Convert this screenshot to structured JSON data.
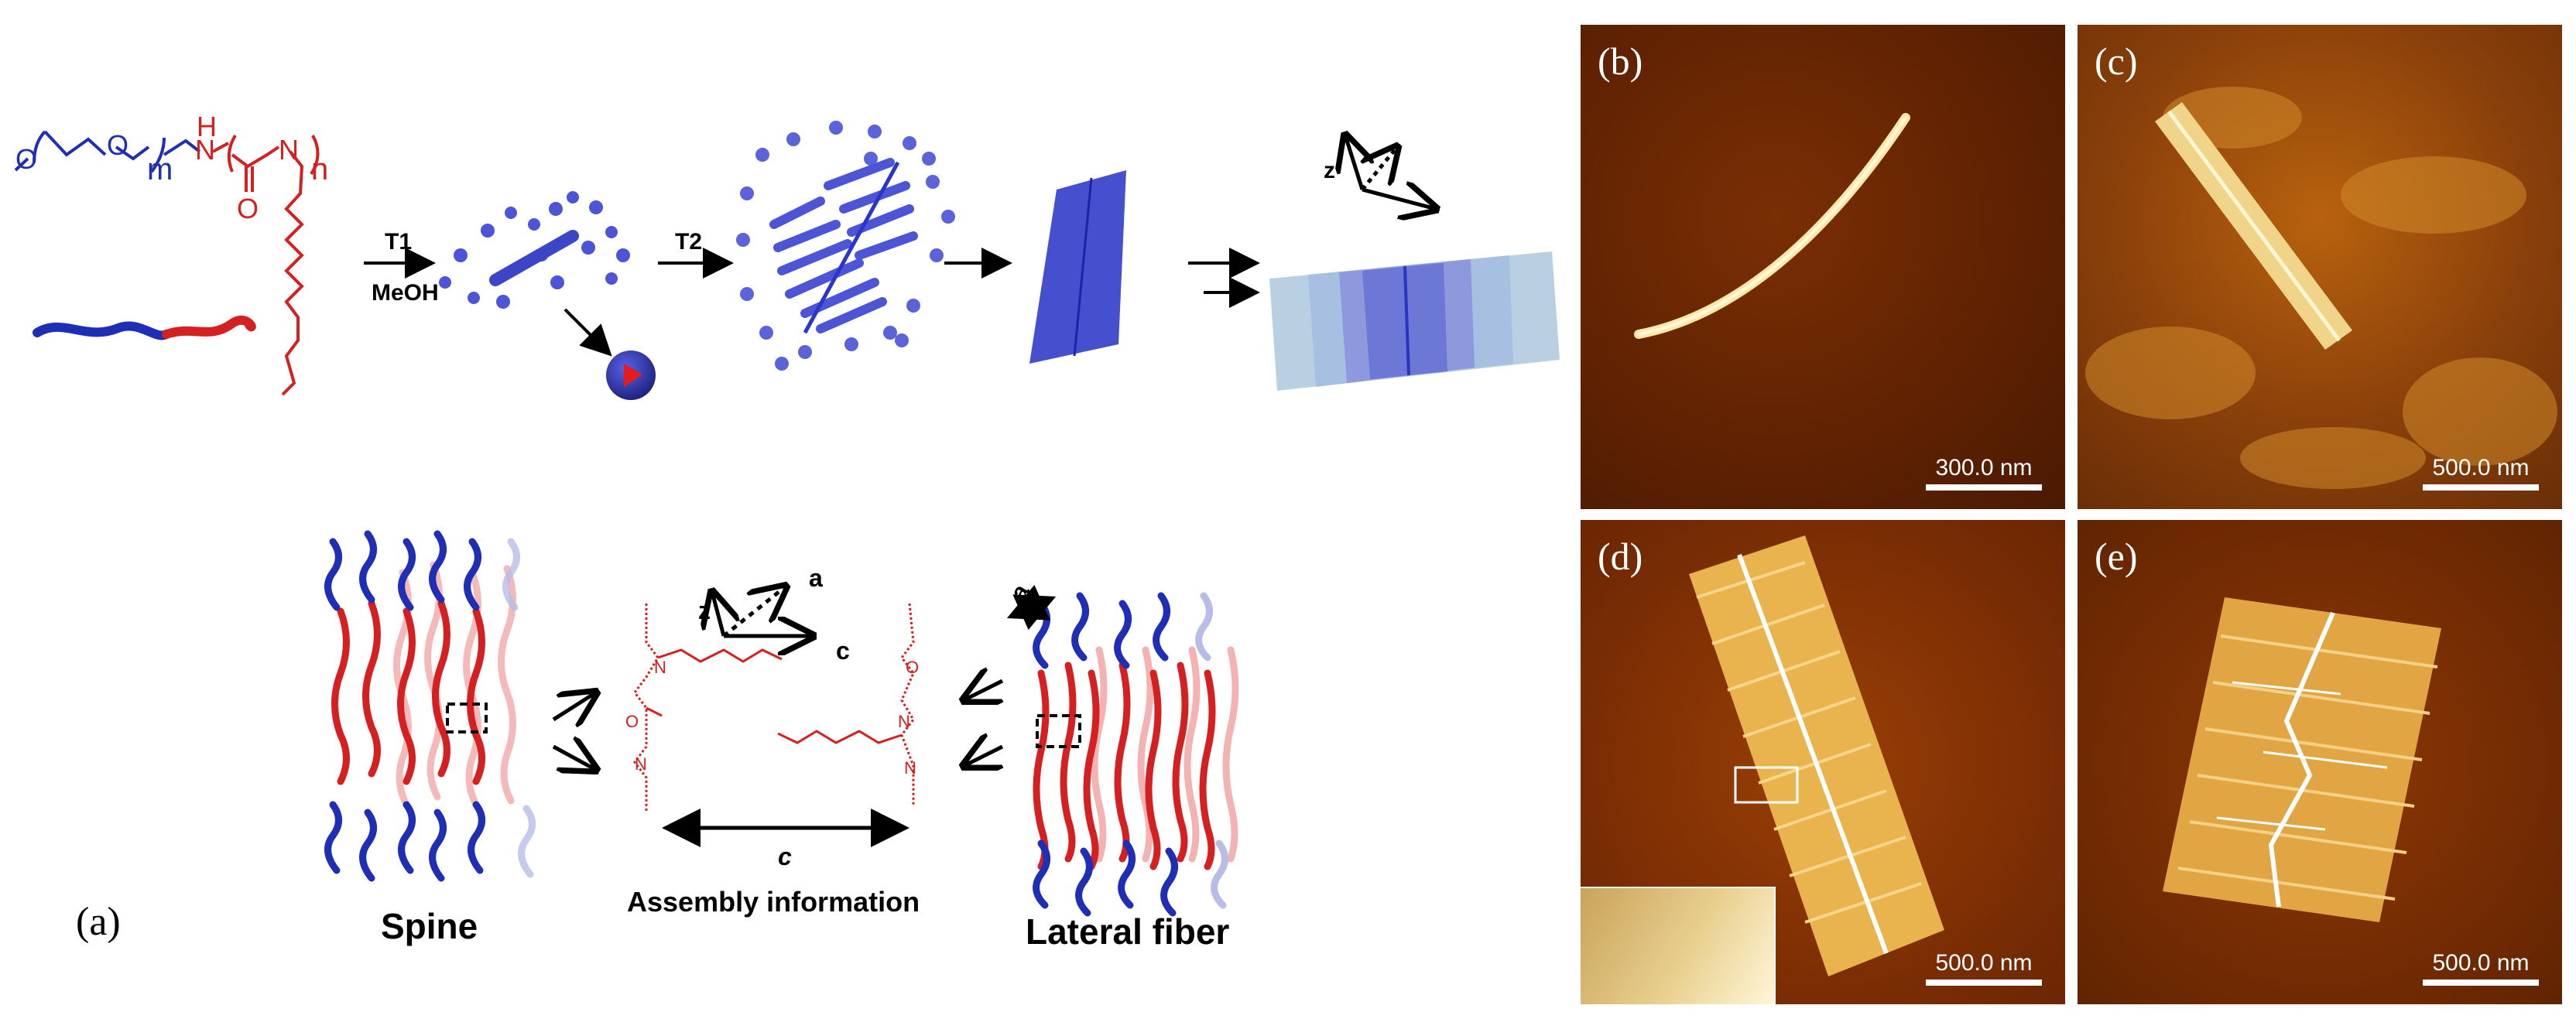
{
  "schematic": {
    "step1_temp": "T1",
    "step1_solvent": "MeOH",
    "step2_temp": "T2",
    "polymer_m": "m",
    "polymer_n": "n",
    "axis_z": "z",
    "axis_a": "a",
    "axis_c": "c",
    "arrow_c_label": "c",
    "label_spine": "Spine",
    "label_assembly": "Assembly information",
    "label_lateral": "Lateral fiber",
    "panel_a": "(a)"
  },
  "afm": {
    "b": {
      "label": "(b)",
      "scale": "300.0 nm"
    },
    "c": {
      "label": "(c)",
      "scale": "500.0 nm"
    },
    "d": {
      "label": "(d)",
      "scale": "500.0 nm"
    },
    "e": {
      "label": "(e)",
      "scale": "500.0 nm"
    }
  },
  "colors": {
    "peg_blue": "#1f2fb5",
    "polymer_red": "#d42020",
    "micelle_blue": "#4c55d6",
    "sheet_light": "#a9c5dd"
  }
}
